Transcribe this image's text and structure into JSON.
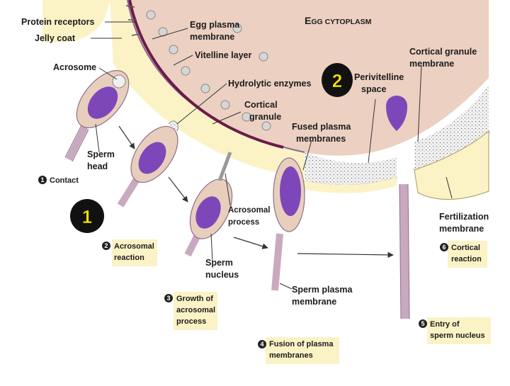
{
  "labels": {
    "protein_receptors": "Protein receptors",
    "jelly_coat": "Jelly coat",
    "acrosome": "Acrosome",
    "egg_plasma_membrane_1": "Egg plasma",
    "egg_plasma_membrane_2": "membrane",
    "vitelline_layer": "Vitelline layer",
    "hydrolytic_enzymes": "Hydrolytic enzymes",
    "cortical_granule_1": "Cortical",
    "cortical_granule_2": "granule",
    "egg_cytoplasm_E": "E",
    "egg_cytoplasm_rest": "GG CYTOPLASM",
    "perivitelline_1": "Perivitelline",
    "perivitelline_2": "space",
    "cortical_granule_membrane_1": "Cortical granule",
    "cortical_granule_membrane_2": "membrane",
    "fused_plasma_1": "Fused plasma",
    "fused_plasma_2": "membranes",
    "sperm_head_1": "Sperm",
    "sperm_head_2": "head",
    "acrosomal_process_1": "Acrosomal",
    "acrosomal_process_2": "process",
    "sperm_nucleus_1": "Sperm",
    "sperm_nucleus_2": "nucleus",
    "sperm_plasma_membrane_1": "Sperm plasma",
    "sperm_plasma_membrane_2": "membrane",
    "fertilization_membrane_1": "Fertilization",
    "fertilization_membrane_2": "membrane"
  },
  "steps": [
    {
      "num": "1",
      "lines": [
        "Contact"
      ]
    },
    {
      "num": "2",
      "lines": [
        "Acrosomal",
        "reaction"
      ]
    },
    {
      "num": "3",
      "lines": [
        "Growth of",
        "acrosomal",
        "process"
      ]
    },
    {
      "num": "4",
      "lines": [
        "Fusion of plasma",
        "membranes"
      ]
    },
    {
      "num": "5",
      "lines": [
        "Entry of",
        "sperm nucleus"
      ]
    },
    {
      "num": "6",
      "lines": [
        "Cortical",
        "reaction"
      ]
    }
  ],
  "markers": {
    "marker_1": "1",
    "marker_2": "2"
  },
  "colors": {
    "cytoplasm": "#ecd0c2",
    "vitelline": "#fbf3c6",
    "membrane": "#6b1b4a",
    "granule": "#d6d6d6",
    "sperm_body": "#e8cfbd",
    "sperm_nucleus": "#7e47b9",
    "step_box": "#fbf3c6",
    "marker_yellow": "#ffe600"
  }
}
